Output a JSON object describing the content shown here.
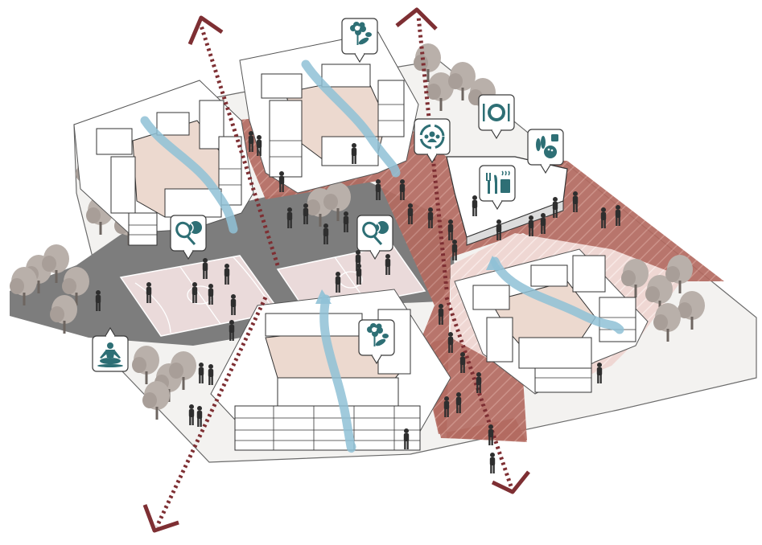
{
  "diagram": {
    "colors": {
      "ground": "#f3f2f0",
      "plaza": "#b5695f",
      "court_zone": "#7d7d7d",
      "court_floor": "#eadada",
      "building": "#ffffff",
      "building_line": "#333333",
      "courtyard": "#ecd9cf",
      "water": "#8fc1d6",
      "path_arrow": "#7e2f33",
      "icon_teal": "#2e6f75",
      "tree": "#b9b0aa",
      "people": "#2e2e2e"
    },
    "icons": [
      {
        "name": "flower-icon",
        "meaning": "garden"
      },
      {
        "name": "dining-plate-icon",
        "meaning": "dining"
      },
      {
        "name": "community-people-icon",
        "meaning": "community"
      },
      {
        "name": "bowling-icon",
        "meaning": "bowling"
      },
      {
        "name": "cafe-icon",
        "meaning": "food and drink"
      },
      {
        "name": "tennis-icon",
        "meaning": "sports"
      },
      {
        "name": "yoga-icon",
        "meaning": "meditation"
      }
    ],
    "paths": [
      {
        "name": "north-west-path-arrow"
      },
      {
        "name": "north-path-arrow"
      },
      {
        "name": "south-west-path-arrow"
      },
      {
        "name": "south-path-arrow"
      }
    ]
  }
}
